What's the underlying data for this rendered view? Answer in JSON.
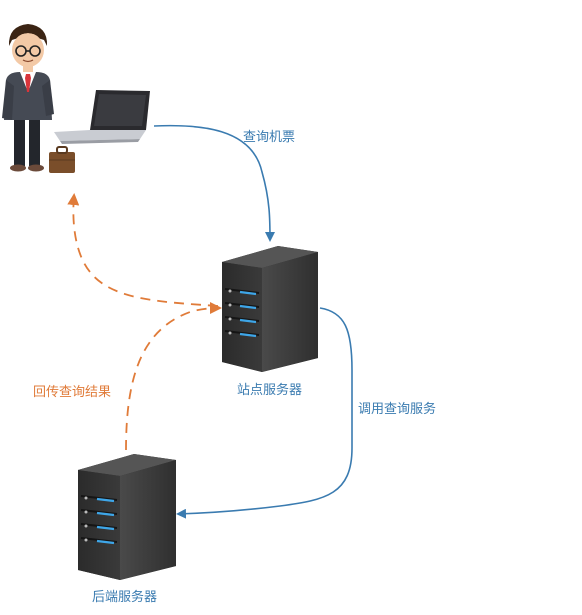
{
  "diagram": {
    "nodes": {
      "user": {
        "icon": "businessman-with-laptop-icon"
      },
      "site_server": {
        "label": "站点服务器",
        "icon": "server-tower-icon"
      },
      "backend_server": {
        "label": "后端服务器",
        "icon": "server-tower-icon"
      }
    },
    "edges": {
      "query_tickets": {
        "label": "查询机票",
        "color": "#3a7bb0",
        "style": "solid"
      },
      "call_query_service": {
        "label": "调用查询服务",
        "color": "#3a7bb0",
        "style": "solid"
      },
      "return_results": {
        "label": "回传查询结果",
        "color": "#e07b39",
        "style": "dashed"
      }
    }
  }
}
